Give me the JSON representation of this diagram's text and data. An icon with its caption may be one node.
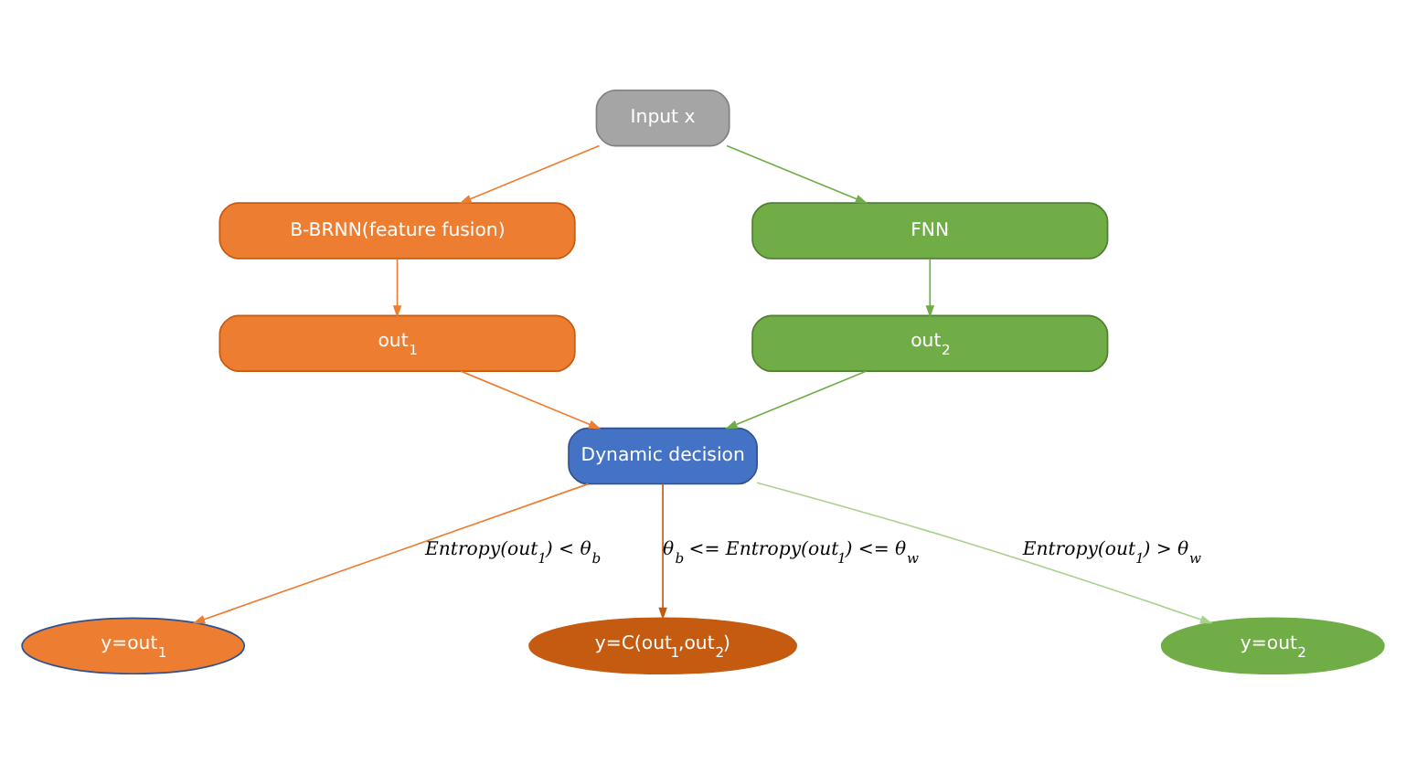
{
  "diagram": {
    "nodes": [
      {
        "text": [
          "Input x"
        ]
      },
      {
        "text": [
          "B-BRNN(feature fusion)"
        ]
      },
      {
        "text": [
          "FNN"
        ]
      },
      {
        "text": [
          "out$_{1}$"
        ]
      },
      {
        "text": [
          "out$_{2}$"
        ]
      },
      {
        "text": [
          "Dynamic decision"
        ]
      },
      {
        "text": [
          "y=out$_{1}$"
        ]
      },
      {
        "text": [
          "y=C(out$_{1}$,out$_{2}$)"
        ]
      },
      {
        "text": [
          "y=out$_{2}$"
        ]
      }
    ],
    "edges": [
      {
        "from": 0,
        "to": 1,
        "arrow": "to",
        "color": "#ed7d31"
      },
      {
        "from": 0,
        "to": 2,
        "arrow": "to",
        "color": "#70ad47"
      },
      {
        "from": 1,
        "to": 3,
        "arrow": "to",
        "color": "#ed7d31"
      },
      {
        "from": 2,
        "to": 4,
        "arrow": "to",
        "color": "#70ad47"
      },
      {
        "from": 3,
        "to": 5,
        "arrow": "to",
        "color": "#ed7d31"
      },
      {
        "from": 4,
        "to": 5,
        "arrow": "to",
        "color": "#70ad47"
      },
      {
        "from": 5,
        "to": 6,
        "arrow": "to",
        "label": "Entropy(out$_{1}$) < θ$_{b}$",
        "color": "#ed7d31"
      },
      {
        "from": 5,
        "to": 7,
        "arrow": "to",
        "label": "θ$_{b}$ <= Entropy(out$_{1}$) <= θ$_{w}$",
        "color": "#c55a11"
      },
      {
        "from": 5,
        "to": 8,
        "arrow": "to",
        "label": "Entropy(out$_{1}$) > θ$_{w}$",
        "color": "#a9d18e"
      }
    ]
  }
}
